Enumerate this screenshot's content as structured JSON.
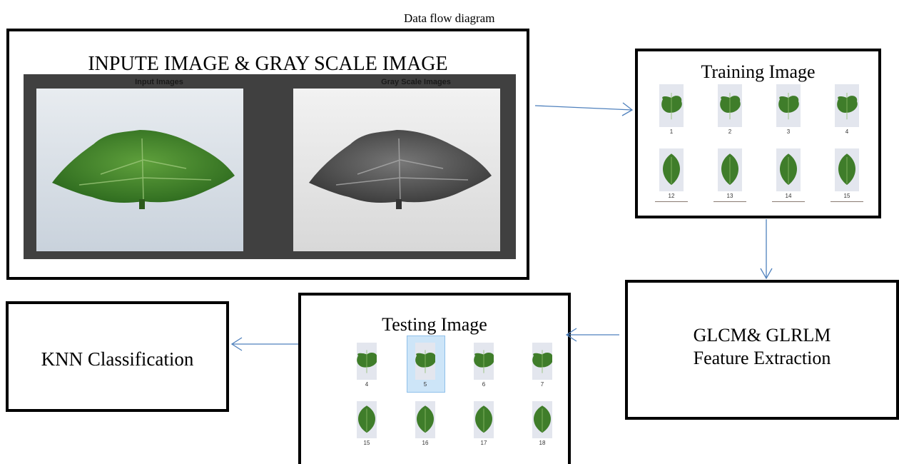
{
  "caption": "Data flow diagram",
  "boxes": {
    "input": {
      "title": "INPUTE IMAGE &  GRAY SCALE IMAGE",
      "left_label": "Input Images",
      "right_label": "Gray Scale Images"
    },
    "training": {
      "title": "Training Image",
      "numbers": [
        "1",
        "2",
        "3",
        "4",
        "12",
        "13",
        "14",
        "15"
      ]
    },
    "feature": {
      "line1": "GLCM& GLRLM",
      "line2": "Feature Extraction"
    },
    "testing": {
      "title": "Testing Image",
      "numbers": [
        "4",
        "5",
        "6",
        "7",
        "15",
        "16",
        "17",
        "18"
      ],
      "selected": "5"
    },
    "classification": {
      "title": "KNN Classification"
    }
  },
  "colors": {
    "arrow": "#4f81bd",
    "leaf": "#3f7d2a",
    "panel": "#404040",
    "selection": "#cde5f8"
  },
  "icons": [
    "leaf-photo",
    "grayscale-leaf-photo",
    "leaf-thumbnail"
  ]
}
